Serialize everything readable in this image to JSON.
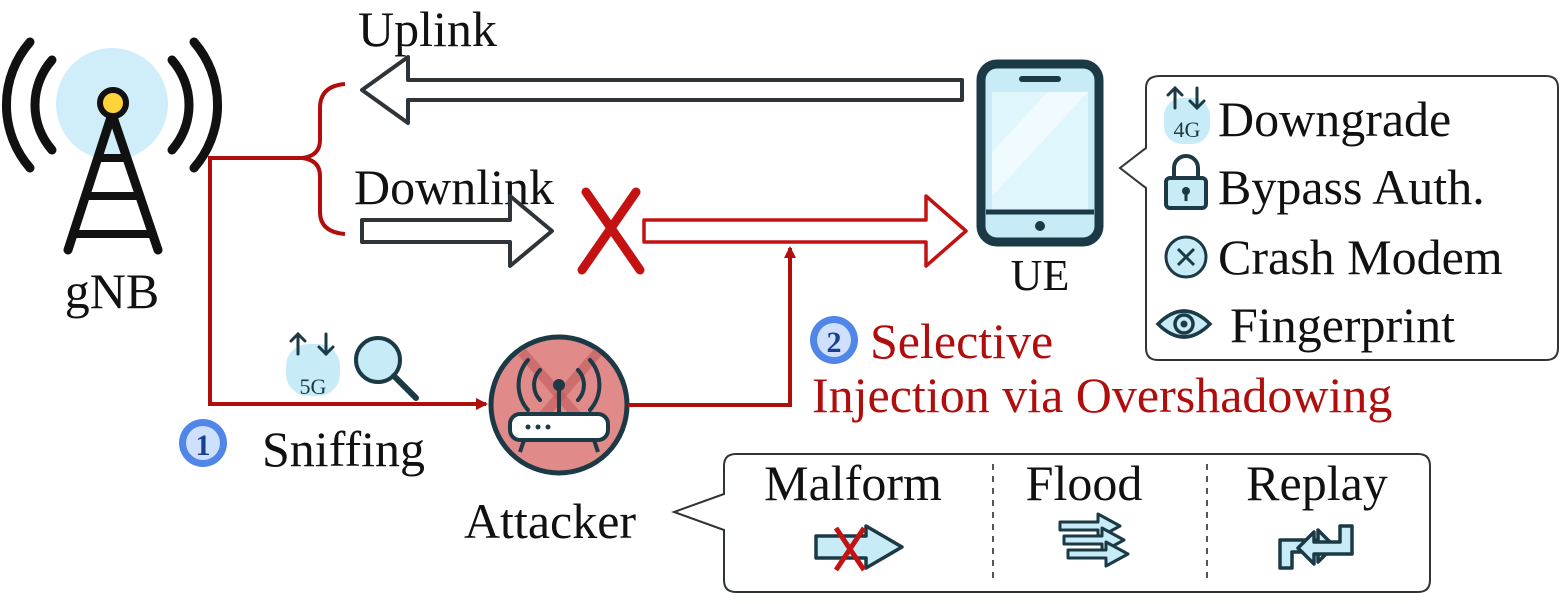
{
  "nodes": {
    "gnb": "gNB",
    "ue": "UE",
    "attacker": "Attacker"
  },
  "links": {
    "uplink": "Uplink",
    "downlink": "Downlink"
  },
  "steps": {
    "sniffing": {
      "number": "1",
      "label": "Sniffing",
      "badge_text": "5G"
    },
    "injection": {
      "number": "2",
      "line1": "Selective",
      "line2": "Injection via Overshadowing"
    }
  },
  "ue_effects": [
    {
      "icon": "4g-downgrade-icon",
      "badge_text": "4G",
      "label": "Downgrade"
    },
    {
      "icon": "lock-icon",
      "label": "Bypass Auth."
    },
    {
      "icon": "crash-circle-x-icon",
      "label": "Crash Modem"
    },
    {
      "icon": "eye-icon",
      "label": "Fingerprint"
    }
  ],
  "attack_types": [
    {
      "label": "Malform",
      "icon": "malformed-arrow-icon"
    },
    {
      "label": "Flood",
      "icon": "flood-arrows-icon"
    },
    {
      "label": "Replay",
      "icon": "replay-icon"
    }
  ],
  "colors": {
    "attack_red": "#b00d0d",
    "icon_dark": "#1b3a45",
    "icon_fill": "#c7ecf7",
    "badge_blue": "#4f86e8",
    "attacker_bg": "#e08a8a"
  }
}
